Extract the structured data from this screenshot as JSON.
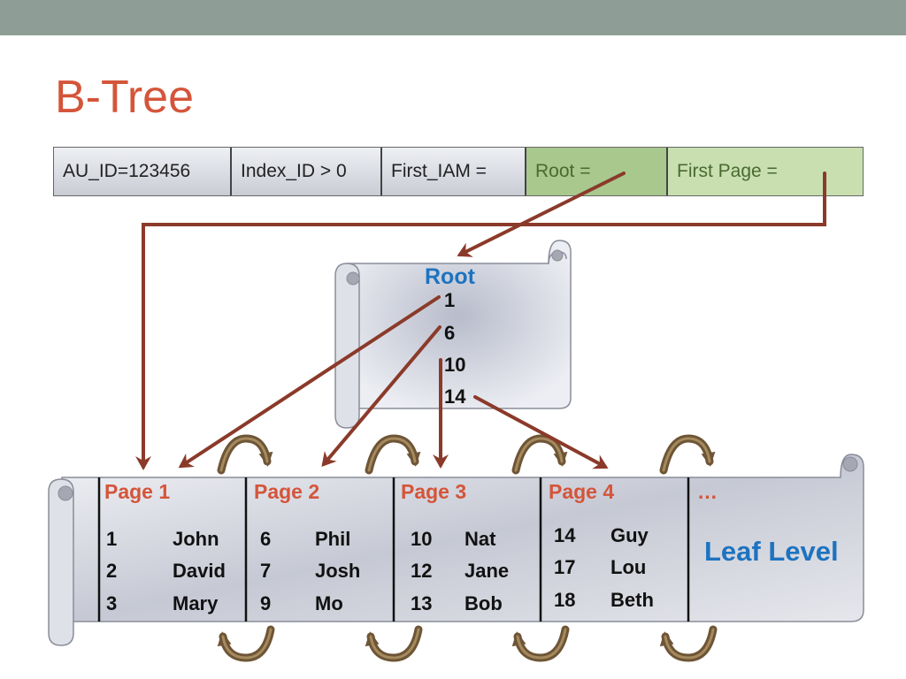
{
  "title": "B-Tree",
  "iam_row": {
    "cells": [
      "AU_ID=123456",
      "Index_ID > 0",
      "First_IAM =",
      "Root =",
      "First Page ="
    ]
  },
  "root": {
    "label": "Root",
    "keys": [
      "1",
      "6",
      "10",
      "14"
    ]
  },
  "pages": [
    {
      "label": "Page 1",
      "records": [
        [
          "1",
          "John"
        ],
        [
          "2",
          "David"
        ],
        [
          "3",
          "Mary"
        ]
      ]
    },
    {
      "label": "Page 2",
      "records": [
        [
          "6",
          "Phil"
        ],
        [
          "7",
          "Josh"
        ],
        [
          "9",
          "Mo"
        ]
      ]
    },
    {
      "label": "Page 3",
      "records": [
        [
          "10",
          "Nat"
        ],
        [
          "12",
          "Jane"
        ],
        [
          "13",
          "Bob"
        ]
      ]
    },
    {
      "label": "Page 4",
      "records": [
        [
          "14",
          "Guy"
        ],
        [
          "17",
          "Lou"
        ],
        [
          "18",
          "Beth"
        ]
      ]
    }
  ],
  "more_label": "…",
  "leaf_level_label": "Leaf Level",
  "colors": {
    "arrow": "#8b3a2a",
    "title": "#d4553a",
    "blue_label": "#1d73c0",
    "link_arrow": "#7a6240"
  }
}
